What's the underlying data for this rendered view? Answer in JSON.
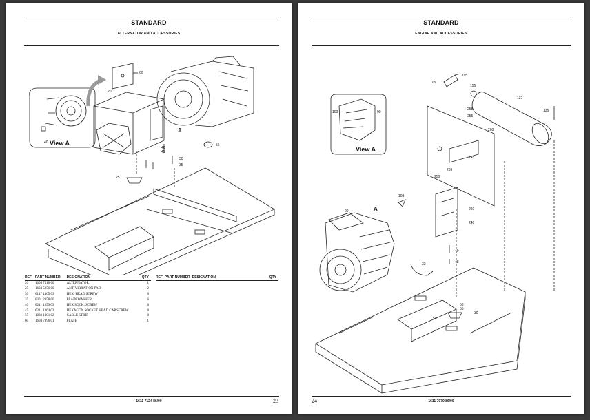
{
  "left_page": {
    "section_title": "STANDARD",
    "section_subtitle": "ALTERNATOR AND ACCESSORIES",
    "view_label": "View A",
    "view_marker": "A",
    "callouts": [
      "60",
      "20",
      "40",
      "45",
      "30",
      "35",
      "25",
      "55",
      "40"
    ],
    "table_headers": {
      "ref": "REF",
      "part_number": "PART NUMBER",
      "designation": "DESIGNATION",
      "qty": "QTY"
    },
    "parts": [
      {
        "ref": "20",
        "part_number": "1604 7510 00",
        "designation": "ALTERNATOR",
        "qty": "1"
      },
      {
        "ref": "25",
        "part_number": "1604 5856 00",
        "designation": "ANTIVIBRATION PAD",
        "qty": "2"
      },
      {
        "ref": "30",
        "part_number": "0147 1465 03",
        "designation": "HEX. HEAD SCREW",
        "qty": "6"
      },
      {
        "ref": "35",
        "part_number": "0301 2358 00",
        "designation": "PLAIN WASHER",
        "qty": "6"
      },
      {
        "ref": "40",
        "part_number": "0211 1359 03",
        "designation": "HEX SOCK. SCREW",
        "qty": "8"
      },
      {
        "ref": "45",
        "part_number": "0211 1364 03",
        "designation": "HEXAGON SOCKET HEAD CAP SCREW",
        "qty": "8"
      },
      {
        "ref": "55",
        "part_number": "1088 1301 02",
        "designation": "CABLE STRIP",
        "qty": "8"
      },
      {
        "ref": "60",
        "part_number": "1604 7896 01",
        "designation": "PLATE",
        "qty": "1"
      }
    ],
    "footer_code": "1611 7124 86/00",
    "page_number": "23"
  },
  "right_page": {
    "section_title": "STANDARD",
    "section_subtitle": "ENGINE AND ACCESSORIES",
    "view_label": "View A",
    "view_marker": "A",
    "callouts": [
      "105",
      "115",
      "155",
      "137",
      "135",
      "100",
      "90",
      "258",
      "255",
      "260",
      "245",
      "250",
      "255",
      "108",
      "260",
      "240",
      "20",
      "40",
      "48",
      "33",
      "50",
      "53",
      "55",
      "30"
    ],
    "footer_code": "1611 7070 86/00",
    "page_number": "24"
  }
}
